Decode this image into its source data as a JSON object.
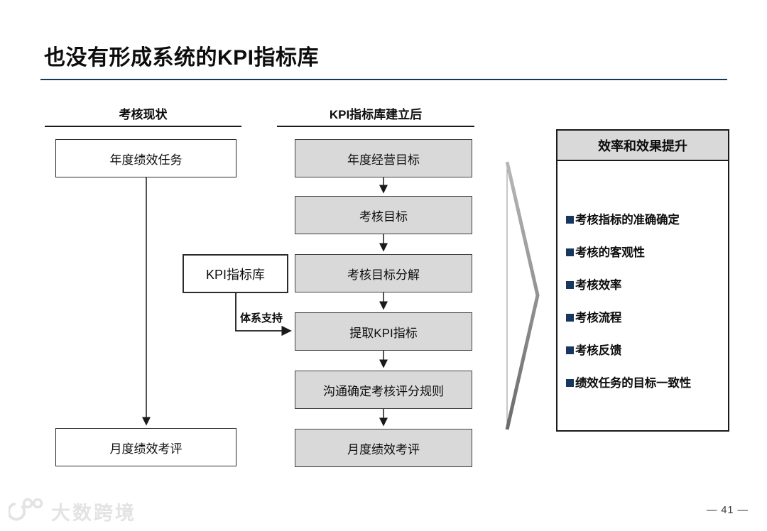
{
  "slide": {
    "title": "也没有形成系统的KPI指标库",
    "page_number": "— 41 —",
    "watermark": "大数跨境"
  },
  "columns": {
    "current": {
      "header": "考核现状",
      "top_box": "年度绩效任务",
      "bottom_box": "月度绩效考评"
    },
    "kpi": {
      "header": "KPI指标库建立后",
      "steps": [
        "年度经营目标",
        "考核目标",
        "考核目标分解",
        "提取KPI指标",
        "沟通确定考核评分规则",
        "月度绩效考评"
      ]
    }
  },
  "library": {
    "box_label": "KPI指标库",
    "connector_label": "体系支持"
  },
  "benefits": {
    "header": "效率和效果提升",
    "items": [
      "考核指标的准确确定",
      "考核的客观性",
      "考核效率",
      "考核流程",
      "考核反馈",
      "绩效任务的目标一致性"
    ]
  },
  "colors": {
    "accent_line": "#17375e",
    "box_fill": "#d9d9d9",
    "bullet": "#17375e",
    "chevron_light": "#b8b8b8",
    "chevron_dark": "#6b6b6b"
  }
}
